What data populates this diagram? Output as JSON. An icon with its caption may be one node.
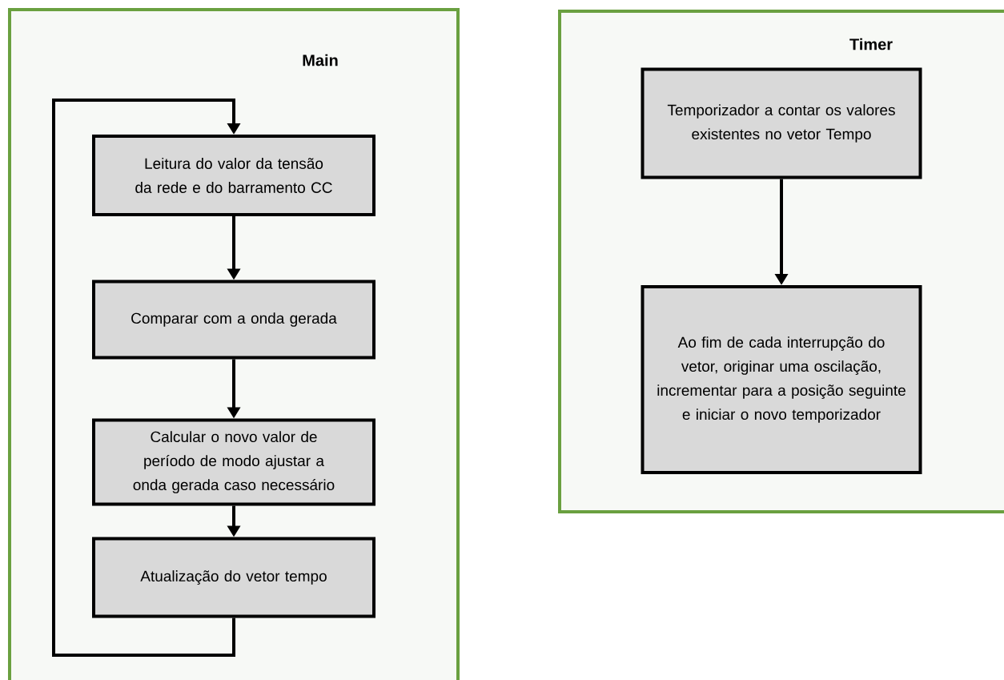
{
  "diagram": {
    "nodes": [
      {
        "text": [
          "Main"
        ]
      },
      {
        "text": [
          "Leitura do valor da tensão da rede e do barramento CC"
        ],
        "in": 0
      },
      {
        "text": [
          "Comparar com a onda gerada"
        ],
        "in": 0
      },
      {
        "text": [
          "Calcular o novo valor de período de modo ajustar a onda gerada caso necessário"
        ],
        "in": 0
      },
      {
        "text": [
          "Atualização do vetor tempo"
        ],
        "in": 0
      },
      {
        "text": [
          "Timer"
        ]
      },
      {
        "text": [
          "Temporizador a contar os valores existentes no vetor Tempo"
        ],
        "in": 5
      },
      {
        "text": [
          "Ao fim de cada interrupção do vetor, originar uma oscilação, incrementar para a posição seguinte e iniciar  o novo temporizador"
        ],
        "in": 5
      }
    ],
    "edges": [
      {
        "from": 1,
        "to": 2,
        "arrow": "to"
      },
      {
        "from": 2,
        "to": 3,
        "arrow": "to"
      },
      {
        "from": 3,
        "to": 4,
        "arrow": "to"
      },
      {
        "from": 4,
        "to": 1,
        "arrow": "to"
      },
      {
        "from": 6,
        "to": 7,
        "arrow": "to"
      }
    ]
  }
}
